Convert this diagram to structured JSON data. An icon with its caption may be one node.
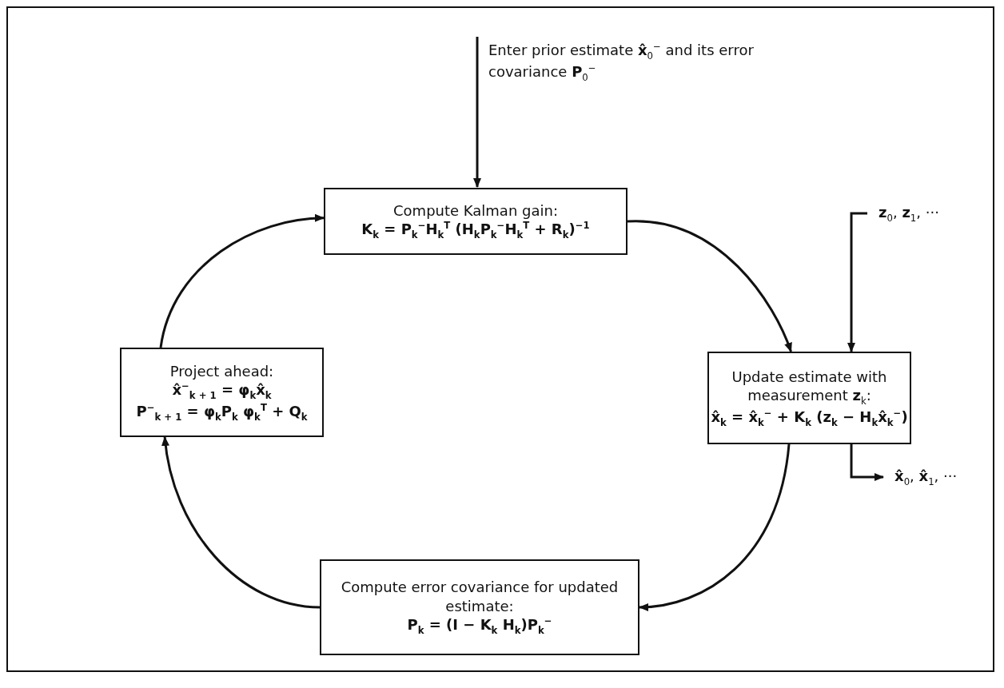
{
  "diagram": {
    "nodes": [
      {
        "text": [
          "Enter prior estimate **x̂**$_{0}$$^{−}$ and its error covariance **P**$_{0}$$^{−}$"
        ]
      },
      {
        "text": [
          "Compute Kalman gain:",
          "K$_{k}$ = P$_{k}$$^{−}$H$_{k}$$^{T}$ (H$_{k}$P$_{k}$$^{−}$H$_{k}$$^{T}$ + R$_{k}$)$^{−1}$"
        ]
      },
      {
        "text": [
          "Update estimate with measurement **z**$_{k}$:",
          "x̂$_{k}$ = x̂$_{k}$$^{−}$ + K$_{k}$ (z$_{k}$ − H$_{k}$x̂$_{k}$$^{−}$)"
        ]
      },
      {
        "text": [
          "Compute error covariance for updated estimate:",
          "P$_{k}$ = (I − K$_{k}$ H$_{k}$)P$_{k}$$^{−}$"
        ]
      },
      {
        "text": [
          "Project ahead:",
          "x̂$^{−}$$_{k + 1}$ = φ$_{k}$x̂$_{k}$",
          "P$^{−}$$_{k + 1}$ = φ$_{k}$P$_{k}$ φ$_{k}$$^{T}$ + Q$_{k}$"
        ]
      },
      {
        "text": [
          "**z**$_{0}$, **z**$_{1}$, ···"
        ]
      },
      {
        "text": [
          "**x̂**$_{0}$, **x̂**$_{1}$, ···"
        ]
      }
    ],
    "edges": [
      {
        "from": 0,
        "to": 1,
        "arrow": "to"
      },
      {
        "from": 1,
        "to": 2,
        "arrow": "to"
      },
      {
        "from": 2,
        "to": 3,
        "arrow": "to"
      },
      {
        "from": 3,
        "to": 4,
        "arrow": "to"
      },
      {
        "from": 4,
        "to": 1,
        "arrow": "to"
      },
      {
        "from": 5,
        "to": 2,
        "arrow": "to"
      },
      {
        "from": 2,
        "to": 6,
        "arrow": "to"
      }
    ]
  }
}
